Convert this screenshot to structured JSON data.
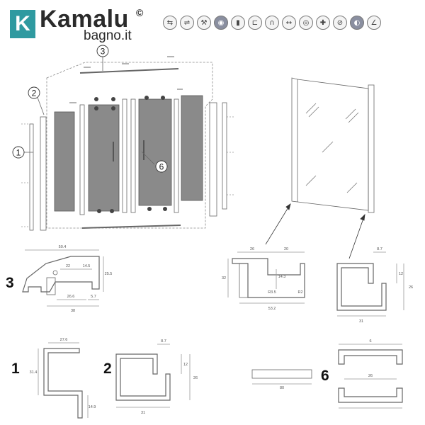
{
  "brand": {
    "logo_letter": "K",
    "name": "Kamalu",
    "copyright": "©",
    "domain": "bagno.it",
    "accent": "#2f9aa0"
  },
  "feature_icons": [
    "sliding-door-icon",
    "double-door-icon",
    "hammer-icon",
    "aluminium-icon",
    "profile-icon",
    "handle-icon",
    "magnet-icon",
    "reversible-icon",
    "roller-icon",
    "screw-icon",
    "no-tools-icon",
    "easy-clean-icon",
    "angle-icon"
  ],
  "callouts": {
    "c1": "1",
    "c2": "2",
    "c3": "3",
    "c6": "6"
  },
  "section_numbers": {
    "s3": "3",
    "s1": "1",
    "s2": "2",
    "s6": "6"
  },
  "dims": {
    "p3_top": "50.4",
    "p3_a": "22",
    "p3_b": "14.5",
    "p3_h": "25.5",
    "p3_w1": "26.6",
    "p3_w2": "5.7",
    "p3_w": "38",
    "side_a": "26",
    "side_b": "20",
    "side_h": "32",
    "side_c": "14.3",
    "side_r1": "R3.5",
    "side_r2": "R2",
    "side_w": "53.2",
    "pr_top": "8.7",
    "pr_mid": "12",
    "pr_h": "26",
    "pr_w": "31",
    "p1_top": "27.6",
    "p1_h": "31.4",
    "p1_tail": "14.9",
    "p2_top": "8.7",
    "p2_mid": "12",
    "p2_h": "26",
    "p2_w": "31",
    "p6_w": "80",
    "p6_w2": "6",
    "p6_w3": "26"
  }
}
